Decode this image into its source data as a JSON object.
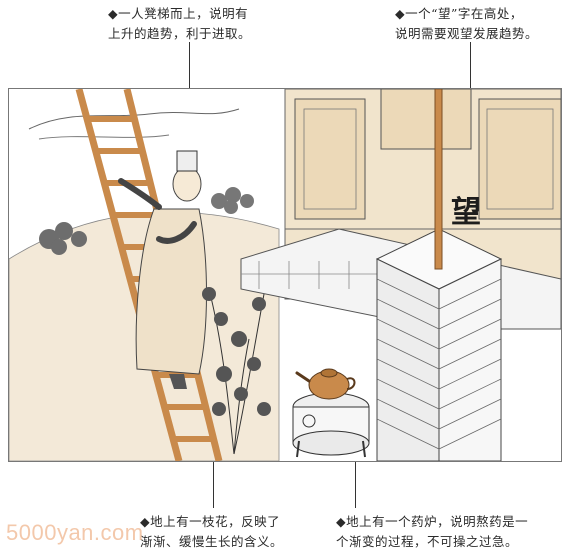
{
  "annotations": {
    "ladder": {
      "line1": "◆一人凳梯而上，说明有",
      "line2": "上升的趋势，利于进取。"
    },
    "sign": {
      "line1": "◆一个“望”字在高处，",
      "line2": "说明需要观望发展趋势。"
    },
    "flower": {
      "line1": "◆地上有一枝花，反映了",
      "line2": "渐渐、缓慢生长的含义。"
    },
    "stove": {
      "line1": "◆地上有一个药炉，说明熬药是一",
      "line2": "个渐变的过程，不可操之过急。"
    }
  },
  "sign_character": "望",
  "watermark": "5000yan.com",
  "colors": {
    "accent": "#e3801c",
    "wood": "#c98a4b",
    "robe": "#efe1c9",
    "brick": "#f2f2f2",
    "wall": "#f1e4cc"
  }
}
